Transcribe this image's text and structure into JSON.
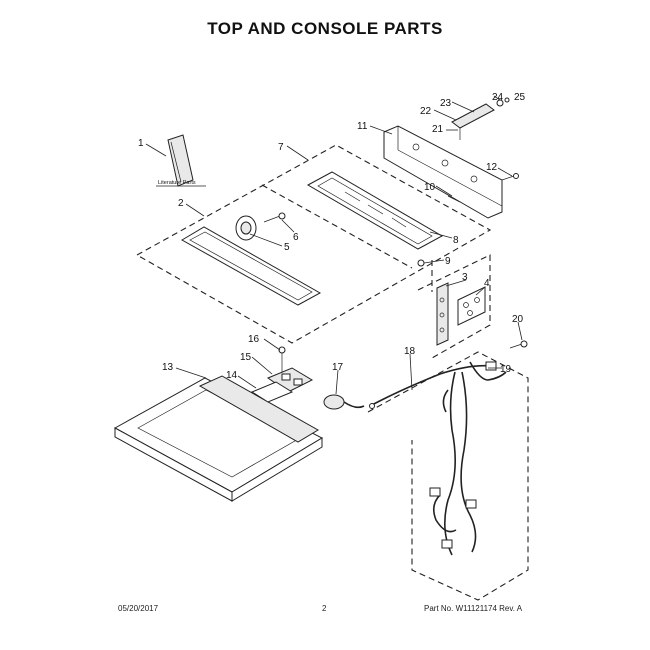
{
  "title": "TOP AND CONSOLE PARTS",
  "literature_label": "Literature Parts",
  "callouts": [
    "1",
    "2",
    "3",
    "4",
    "5",
    "6",
    "7",
    "8",
    "9",
    "10",
    "11",
    "12",
    "13",
    "14",
    "15",
    "16",
    "17",
    "18",
    "19",
    "20",
    "21",
    "22",
    "23",
    "24",
    "25"
  ],
  "footer": {
    "date": "05/20/2017",
    "page": "2",
    "part_number": "Part No. W11121174  Rev. A"
  }
}
